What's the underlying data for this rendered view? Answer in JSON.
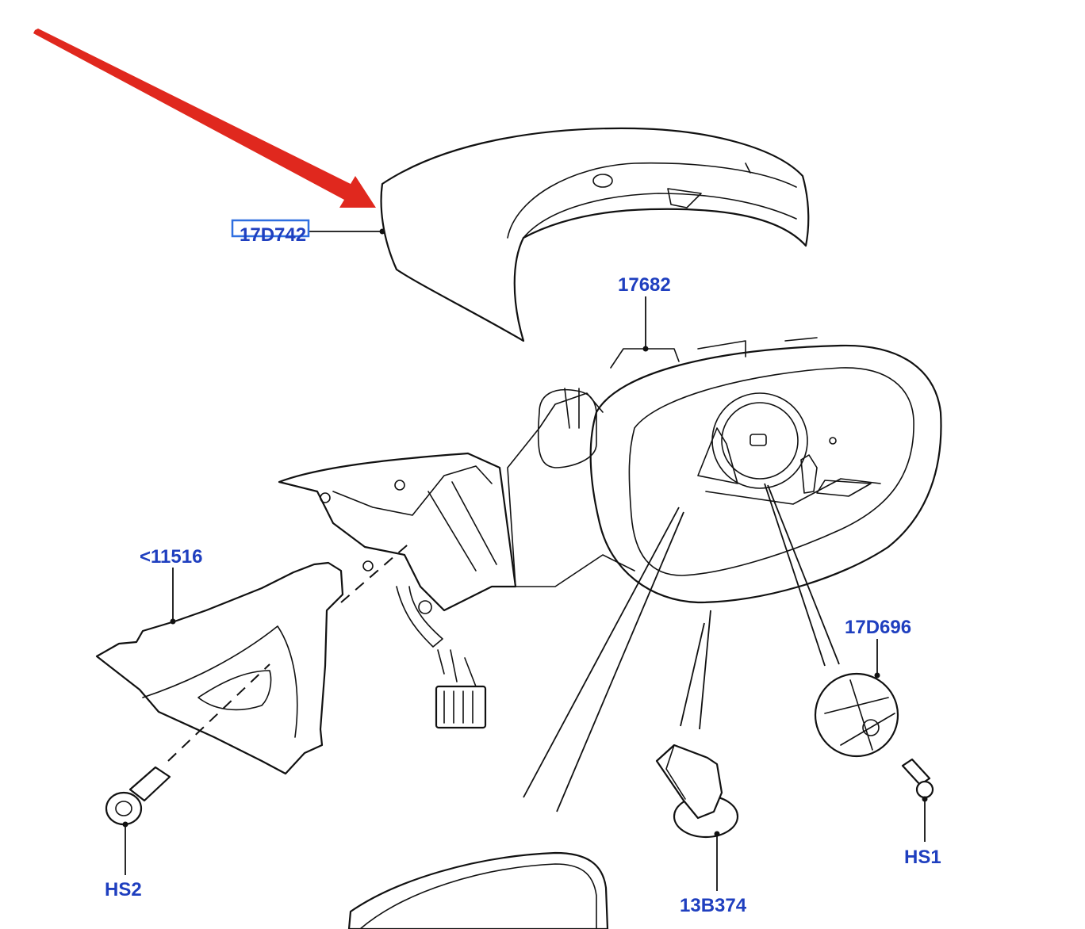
{
  "diagram": {
    "callouts": [
      {
        "id": "17D742",
        "text": "17D742",
        "highlighted": true
      },
      {
        "id": "17682",
        "text": "17682"
      },
      {
        "id": "11516",
        "text": "<11516"
      },
      {
        "id": "17D696",
        "text": "17D696"
      },
      {
        "id": "HS2",
        "text": "HS2"
      },
      {
        "id": "13B374",
        "text": "13B374"
      },
      {
        "id": "HS1",
        "text": "HS1"
      }
    ],
    "colors": {
      "callout_text": "#1f3fbf",
      "highlight_box": "#2f6fe0",
      "arrow": "#e0281e",
      "linework": "#111111"
    }
  }
}
